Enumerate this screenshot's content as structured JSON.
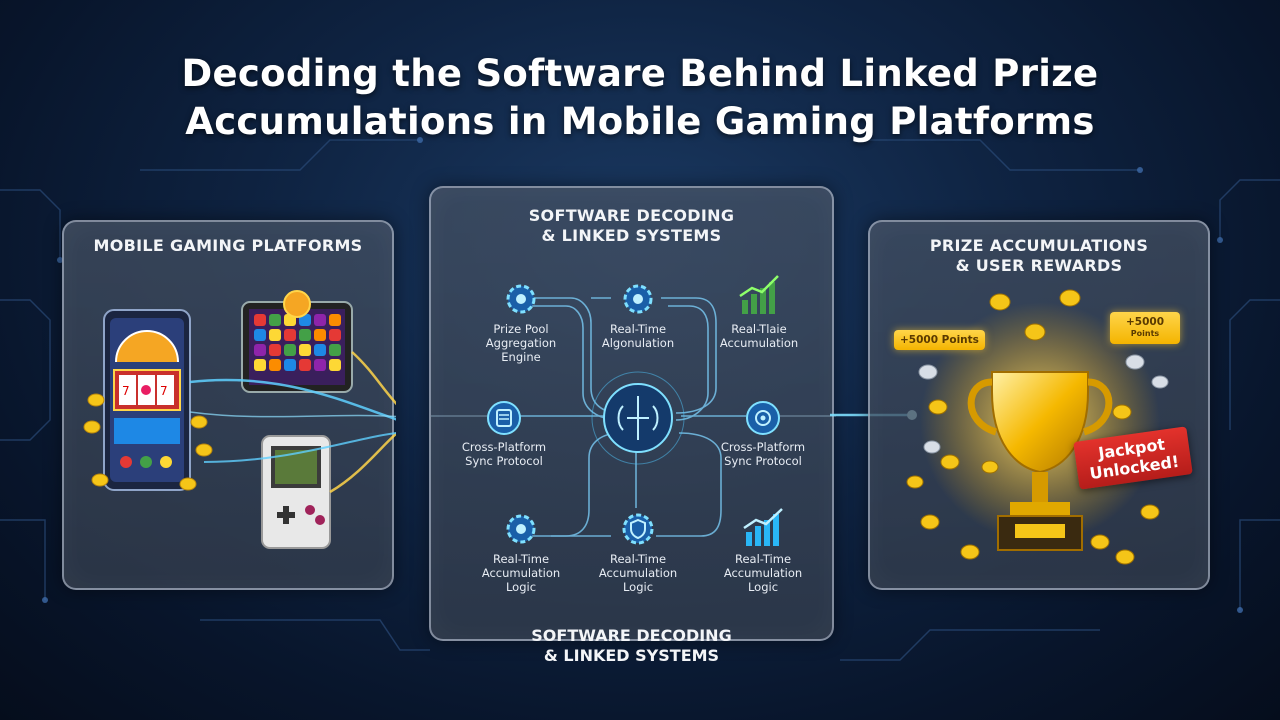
{
  "title": {
    "line1": "Decoding the Software Behind Linked Prize",
    "line2": "Accumulations in Mobile Gaming Platforms"
  },
  "left_panel": {
    "heading": "MOBILE GAMING PLATFORMS",
    "devices": [
      "phone-slot-machine-icon",
      "tablet-match3-icon",
      "handheld-console-icon"
    ]
  },
  "middle_panel": {
    "heading_line1": "SOFTWARE DECODING",
    "heading_line2": "& LINKED SYSTEMS",
    "center_icon": "brain-chip-icon",
    "nodes": [
      {
        "icon": "gear-icon",
        "line1": "Prize Pool",
        "line2": "Aggregation",
        "line3": "Engine"
      },
      {
        "icon": "gear-icon",
        "line1": "Real-Time",
        "line2": "Algonulation",
        "line3": ""
      },
      {
        "icon": "bar-chart-icon",
        "line1": "Real-Tlaie",
        "line2": "Accumulation",
        "line3": ""
      },
      {
        "icon": "server-icon",
        "line1": "Cross-Platform",
        "line2": "Sync Protocol",
        "line3": ""
      },
      {
        "icon": "globe-icon",
        "line1": "Cross-Platform",
        "line2": "Sync Protocol",
        "line3": ""
      },
      {
        "icon": "gear-icon",
        "line1": "Real-Time",
        "line2": "Accumulation",
        "line3": "Logic"
      },
      {
        "icon": "shield-gear-icon",
        "line1": "Real-Time",
        "line2": "Accumulation",
        "line3": "Logic"
      },
      {
        "icon": "bar-chart-icon",
        "line1": "Real-Time",
        "line2": "Accumulation",
        "line3": "Logic"
      }
    ],
    "caption_line1": "SOFTWARE DECODING",
    "caption_line2": "& LINKED SYSTEMS"
  },
  "right_panel": {
    "heading_line1": "PRIZE ACCUMULATIONS",
    "heading_line2": "& USER REWARDS",
    "badge_left": "+5000 Points",
    "badge_right_line1": "+5000",
    "badge_right_line2": "Points",
    "jackpot_line1": "Jackpot",
    "jackpot_line2": "Unlocked!",
    "center_icon": "trophy-icon"
  },
  "colors": {
    "background": "#0f2443",
    "glow_blue": "#5fd0ff",
    "glow_gold": "#ffd54a",
    "jackpot_red": "#d32a24"
  }
}
